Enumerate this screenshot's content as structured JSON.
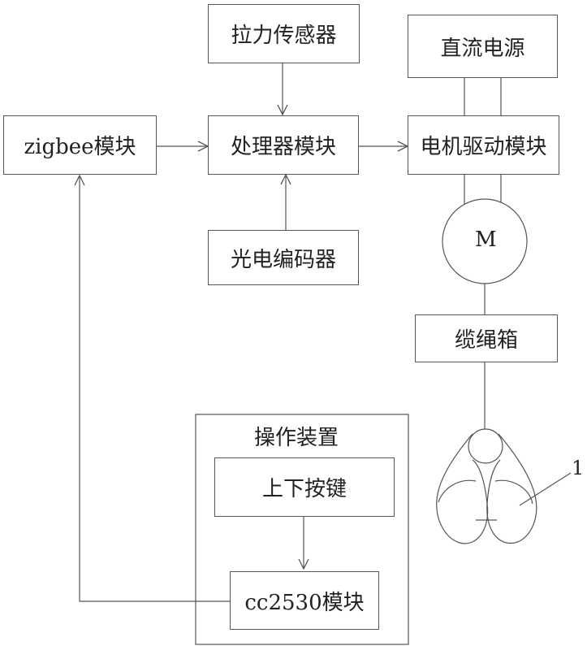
{
  "nodes": {
    "tension_sensor": "拉力传感器",
    "dc_power": "直流电源",
    "zigbee_module": "zigbee模块",
    "processor_module": "处理器模块",
    "motor_driver": "电机驱动模块",
    "motor_label": "M",
    "photo_encoder": "光电编码器",
    "cable_box": "缆绳箱",
    "operating_device": "操作装置",
    "updown_keys": "上下按键",
    "cc2530_module": "cc2530模块",
    "part_number": "1"
  },
  "colors": {
    "line": "#555555",
    "text": "#222222"
  }
}
